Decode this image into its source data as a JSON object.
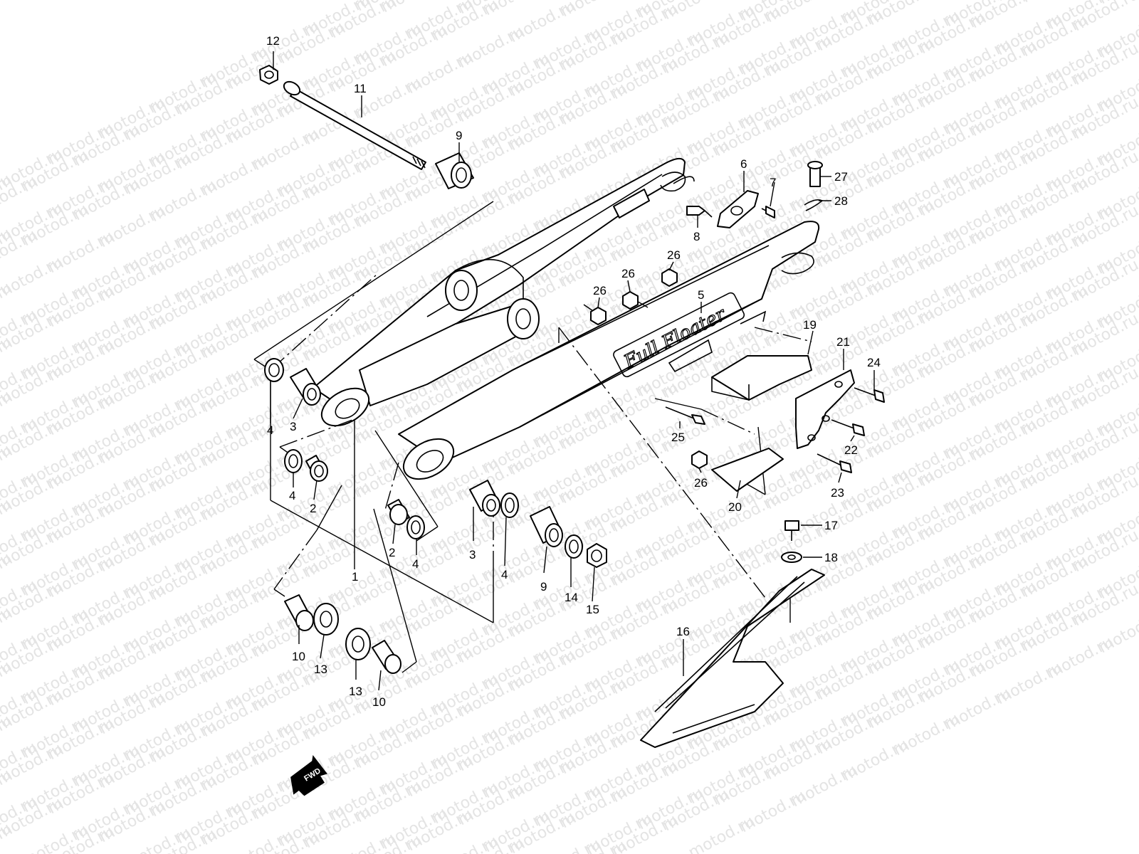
{
  "watermark": "motod.ru",
  "direction_arrow": "FWD",
  "arm_decal": "Full Floater",
  "callouts": [
    {
      "id": "c1",
      "label": "1"
    },
    {
      "id": "c2a",
      "label": "2"
    },
    {
      "id": "c2b",
      "label": "2"
    },
    {
      "id": "c3a",
      "label": "3"
    },
    {
      "id": "c3b",
      "label": "3"
    },
    {
      "id": "c4a",
      "label": "4"
    },
    {
      "id": "c4b",
      "label": "4"
    },
    {
      "id": "c4c",
      "label": "4"
    },
    {
      "id": "c4d",
      "label": "4"
    },
    {
      "id": "c5",
      "label": "5"
    },
    {
      "id": "c6",
      "label": "6"
    },
    {
      "id": "c7",
      "label": "7"
    },
    {
      "id": "c8",
      "label": "8"
    },
    {
      "id": "c9a",
      "label": "9"
    },
    {
      "id": "c9b",
      "label": "9"
    },
    {
      "id": "c10a",
      "label": "10"
    },
    {
      "id": "c10b",
      "label": "10"
    },
    {
      "id": "c11",
      "label": "11"
    },
    {
      "id": "c12",
      "label": "12"
    },
    {
      "id": "c13a",
      "label": "13"
    },
    {
      "id": "c13b",
      "label": "13"
    },
    {
      "id": "c14",
      "label": "14"
    },
    {
      "id": "c15",
      "label": "15"
    },
    {
      "id": "c16",
      "label": "16"
    },
    {
      "id": "c17",
      "label": "17"
    },
    {
      "id": "c18",
      "label": "18"
    },
    {
      "id": "c19",
      "label": "19"
    },
    {
      "id": "c20",
      "label": "20"
    },
    {
      "id": "c21",
      "label": "21"
    },
    {
      "id": "c22",
      "label": "22"
    },
    {
      "id": "c23",
      "label": "23"
    },
    {
      "id": "c24",
      "label": "24"
    },
    {
      "id": "c25",
      "label": "25"
    },
    {
      "id": "c26a",
      "label": "26"
    },
    {
      "id": "c26b",
      "label": "26"
    },
    {
      "id": "c26c",
      "label": "26"
    },
    {
      "id": "c26d",
      "label": "26"
    },
    {
      "id": "c27",
      "label": "27"
    },
    {
      "id": "c28",
      "label": "28"
    }
  ]
}
